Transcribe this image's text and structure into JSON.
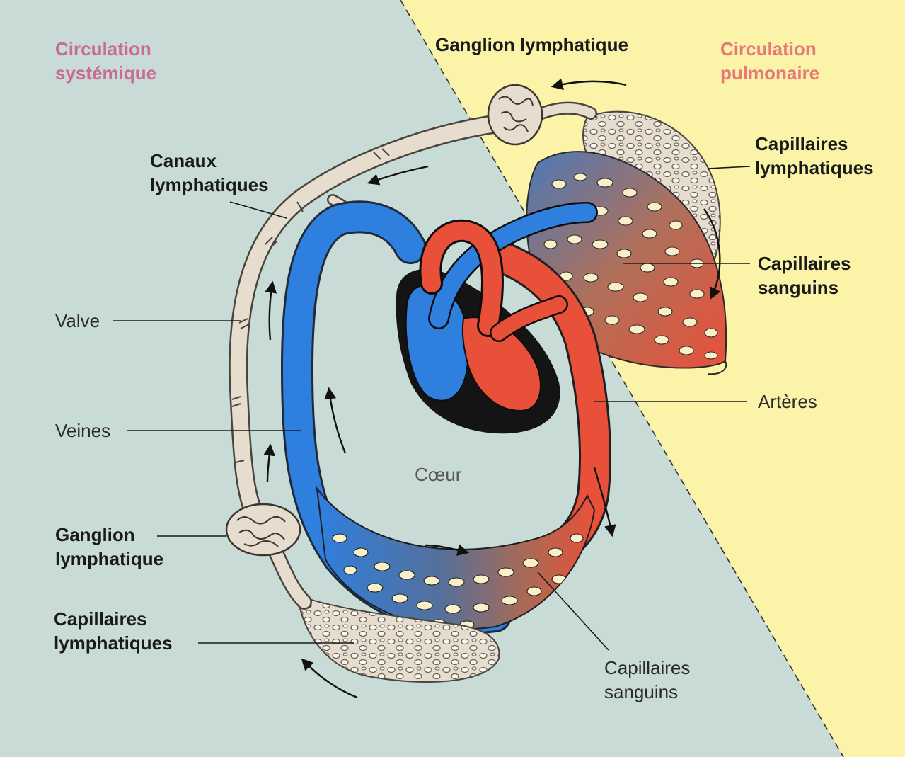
{
  "regions": {
    "systemic": {
      "line1": "Circulation",
      "line2": "systémique"
    },
    "pulmonary": {
      "line1": "Circulation",
      "line2": "pulmonaire"
    }
  },
  "labels": {
    "ganglion_top": "Ganglion lymphatique",
    "canaux": {
      "line1": "Canaux",
      "line2": "lymphatiques"
    },
    "valve": "Valve",
    "veines": "Veines",
    "coeur": "Cœur",
    "ganglion_left": {
      "line1": "Ganglion",
      "line2": "lymphatique"
    },
    "capillaires_lymph_left": {
      "line1": "Capillaires",
      "line2": "lymphatiques"
    },
    "capillaires_sang_bottom": {
      "line1": "Capillaires",
      "line2": "sanguins"
    },
    "capillaires_lymph_right": {
      "line1": "Capillaires",
      "line2": "lymphatiques"
    },
    "capillaires_sang_right": {
      "line1": "Capillaires",
      "line2": "sanguins"
    },
    "arteres": "Artères"
  },
  "colors": {
    "systemic_bg": "#c9dbd6",
    "pulmonary_bg": "#fbf3a7",
    "vein_blue": "#2f7fdf",
    "artery_red": "#e9503a",
    "lymph_beige": "#e6ddcf",
    "heart_black": "#141414"
  }
}
